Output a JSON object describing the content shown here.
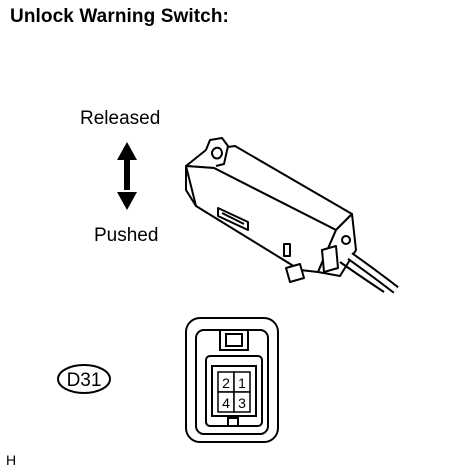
{
  "title": "Unlock Warning Switch:",
  "labels": {
    "released": "Released",
    "pushed": "Pushed",
    "corner": "H"
  },
  "connector": {
    "id": "D31",
    "pins": [
      "2",
      "1",
      "4",
      "3"
    ]
  }
}
